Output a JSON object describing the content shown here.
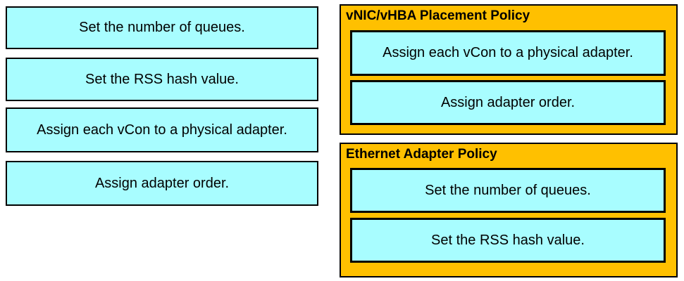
{
  "colors": {
    "item_fill": "#a8fdff",
    "panel_fill": "#ffc000",
    "border": "#000000",
    "text": "#000000"
  },
  "left_items": [
    {
      "label": "Set the number of queues."
    },
    {
      "label": "Set the RSS hash value."
    },
    {
      "label": "Assign each vCon to a physical adapter."
    },
    {
      "label": "Assign adapter order."
    }
  ],
  "panels": [
    {
      "title": "vNIC/vHBA Placement Policy",
      "slots": [
        "Assign each vCon to a physical adapter.",
        "Assign adapter order."
      ]
    },
    {
      "title": "Ethernet Adapter Policy",
      "slots": [
        "Set the number of queues.",
        "Set the RSS hash value."
      ]
    }
  ]
}
